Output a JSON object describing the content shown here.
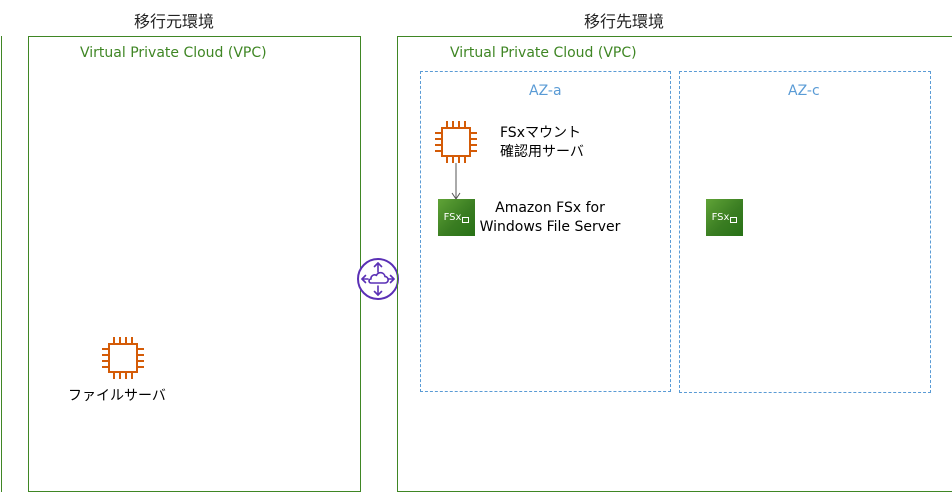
{
  "source_env": {
    "title": "移行元環境",
    "vpc_label": "Virtual Private Cloud (VPC)",
    "file_server_label": "ファイルサーバ"
  },
  "target_env": {
    "title": "移行先環境",
    "vpc_label": "Virtual Private Cloud (VPC)",
    "az_a": {
      "label": "AZ-a",
      "mount_server_label_line1": "FSxマウント",
      "mount_server_label_line2": "確認用サーバ",
      "fsx_label_line1": "Amazon FSx for",
      "fsx_label_line2": "Windows File Server",
      "fsx_icon_text": "FSx"
    },
    "az_c": {
      "label": "AZ-c",
      "fsx_icon_text": "FSx"
    }
  },
  "colors": {
    "vpc_border": "#3f8624",
    "az_border": "#5a9bd5",
    "ec2_orange": "#d45b07",
    "fsx_green": "#3a7d22",
    "peering_purple": "#5a30b5"
  }
}
